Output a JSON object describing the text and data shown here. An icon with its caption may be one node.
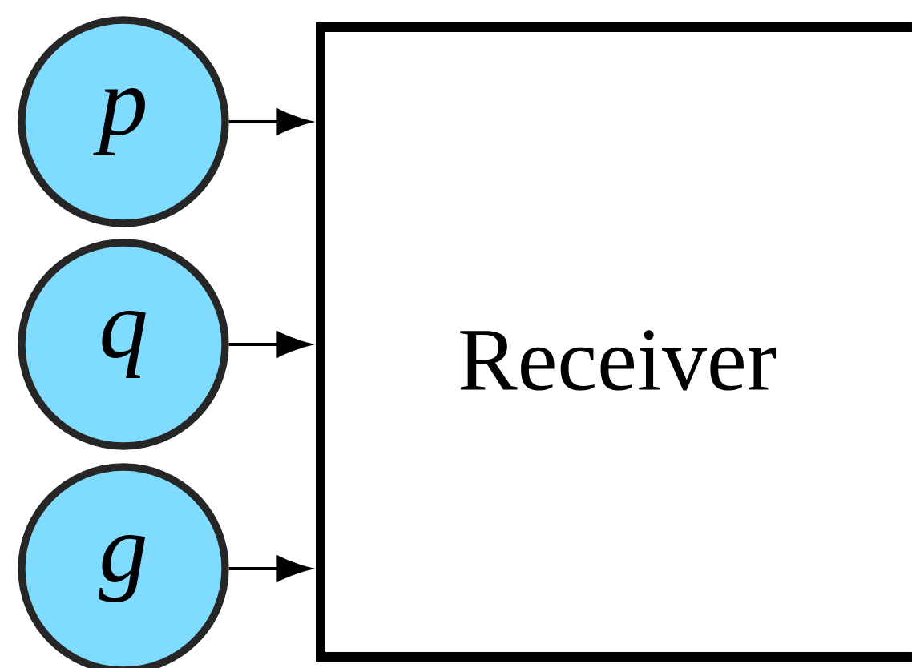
{
  "diagram": {
    "nodes": [
      {
        "text": [
          "p"
        ]
      },
      {
        "text": [
          "q"
        ]
      },
      {
        "text": [
          "g"
        ]
      },
      {
        "text": [
          "Receiver"
        ]
      }
    ],
    "edges": [
      {
        "from": 0,
        "to": 3,
        "arrow": "to"
      },
      {
        "from": 1,
        "to": 3,
        "arrow": "to"
      },
      {
        "from": 2,
        "to": 3,
        "arrow": "to"
      }
    ]
  }
}
